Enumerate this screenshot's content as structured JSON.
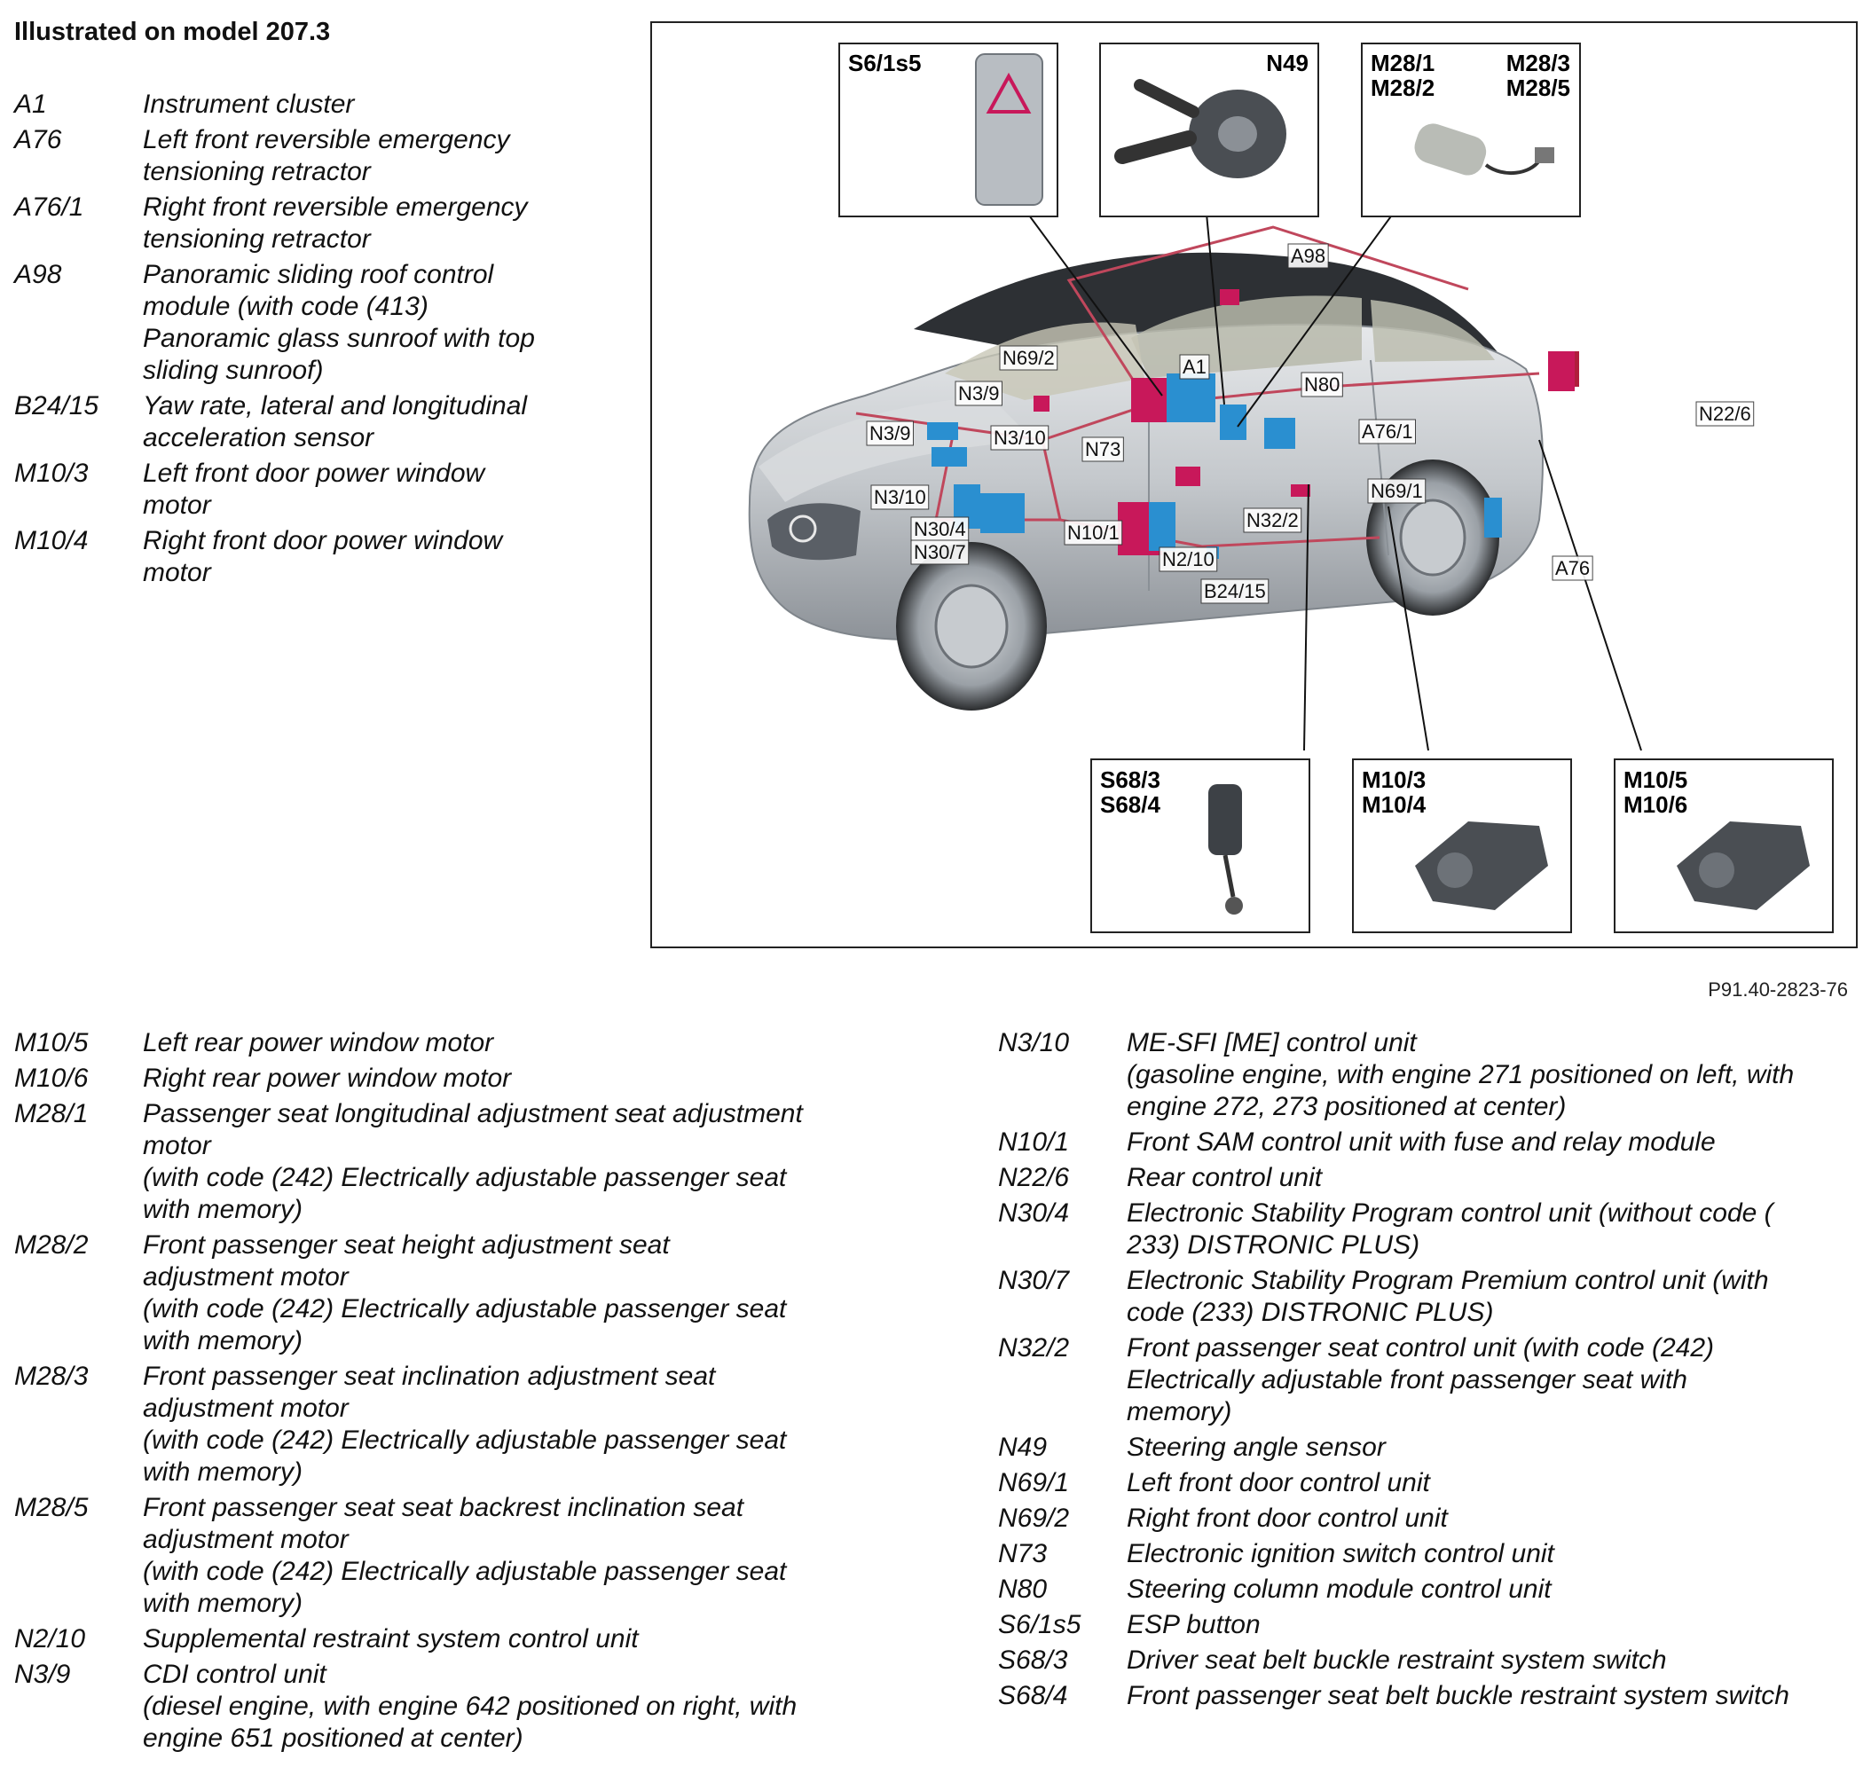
{
  "heading": "Illustrated on model 207.3",
  "figure_ref": "P91.40-2823-76",
  "legend_top": [
    {
      "code": "A1",
      "desc": "Instrument cluster"
    },
    {
      "code": "A76",
      "desc": "Left front reversible emergency\ntensioning retractor"
    },
    {
      "code": "A76/1",
      "desc": "Right front reversible emergency\ntensioning retractor"
    },
    {
      "code": "A98",
      "desc": "Panoramic sliding roof control\nmodule (with code (413)\nPanoramic glass sunroof with top\nsliding sunroof)"
    },
    {
      "code": "B24/15",
      "desc": "Yaw rate, lateral and longitudinal\nacceleration sensor"
    },
    {
      "code": "M10/3",
      "desc": "Left front door power window\nmotor"
    },
    {
      "code": "M10/4",
      "desc": "Right front door power window\nmotor"
    }
  ],
  "legend_left": [
    {
      "code": "M10/5",
      "desc": "Left rear power window motor"
    },
    {
      "code": "M10/6",
      "desc": "Right rear power window motor"
    },
    {
      "code": "M28/1",
      "desc": "Passenger seat longitudinal adjustment seat adjustment\nmotor\n(with code (242) Electrically adjustable passenger seat\nwith memory)"
    },
    {
      "code": "M28/2",
      "desc": "Front passenger seat height adjustment seat\nadjustment motor\n(with code (242) Electrically adjustable passenger seat\nwith memory)"
    },
    {
      "code": "M28/3",
      "desc": "Front passenger seat inclination adjustment seat\nadjustment motor\n(with code (242) Electrically adjustable passenger seat\nwith memory)"
    },
    {
      "code": "M28/5",
      "desc": "Front passenger seat seat backrest inclination seat\nadjustment motor\n(with code (242) Electrically adjustable passenger seat\nwith memory)"
    },
    {
      "code": "N2/10",
      "desc": "Supplemental restraint system control unit"
    },
    {
      "code": "N3/9",
      "desc": "CDI control unit\n(diesel engine, with engine 642 positioned on right, with\nengine 651 positioned at center)"
    }
  ],
  "legend_right": [
    {
      "code": "N3/10",
      "desc": "ME-SFI [ME] control unit\n(gasoline engine, with engine 271 positioned on left, with\nengine 272, 273 positioned at center)"
    },
    {
      "code": "N10/1",
      "desc": "Front SAM control unit with fuse and relay module"
    },
    {
      "code": "N22/6",
      "desc": "Rear control unit"
    },
    {
      "code": "N30/4",
      "desc": "Electronic Stability Program control unit (without code (\n233) DISTRONIC PLUS)"
    },
    {
      "code": "N30/7",
      "desc": "Electronic Stability Program Premium control unit (with\ncode (233) DISTRONIC PLUS)"
    },
    {
      "code": "N32/2",
      "desc": "Front passenger seat control unit (with code (242)\nElectrically adjustable front passenger seat with\nmemory)"
    },
    {
      "code": "N49",
      "desc": "Steering angle sensor"
    },
    {
      "code": "N69/1",
      "desc": "Left front door control unit"
    },
    {
      "code": "N69/2",
      "desc": "Right front door control unit"
    },
    {
      "code": "N73",
      "desc": "Electronic ignition switch control unit"
    },
    {
      "code": "N80",
      "desc": "Steering column module control unit"
    },
    {
      "code": "S6/1s5",
      "desc": "ESP button"
    },
    {
      "code": "S68/3",
      "desc": "Driver seat belt buckle restraint system switch"
    },
    {
      "code": "S68/4",
      "desc": "Front passenger seat belt buckle restraint system switch"
    }
  ],
  "inset_boxes": [
    {
      "id": "s6",
      "lines": [
        "S6/1s5"
      ]
    },
    {
      "id": "n49",
      "lines": [
        "N49"
      ]
    },
    {
      "id": "m28",
      "lines": [
        "M28/1",
        "M28/2",
        "M28/3",
        "M28/5"
      ]
    },
    {
      "id": "s68",
      "lines": [
        "S68/3",
        "S68/4"
      ]
    },
    {
      "id": "m10a",
      "lines": [
        "M10/3",
        "M10/4"
      ]
    },
    {
      "id": "m10b",
      "lines": [
        "M10/5",
        "M10/6"
      ]
    }
  ],
  "callouts": [
    "A98",
    "N69/2",
    "A1",
    "N3/9",
    "N80",
    "N3/9",
    "N3/10",
    "N73",
    "A76/1",
    "N22/6",
    "N3/10",
    "N69/1",
    "N32/2",
    "N30/4",
    "N10/1",
    "N30/7",
    "N2/10",
    "B24/15",
    "A76"
  ],
  "colors": {
    "component_blue": "#2a8fd0",
    "component_magenta": "#c8185a",
    "wiring_red": "#c0475c",
    "car_silver": "#c9ccd0"
  }
}
